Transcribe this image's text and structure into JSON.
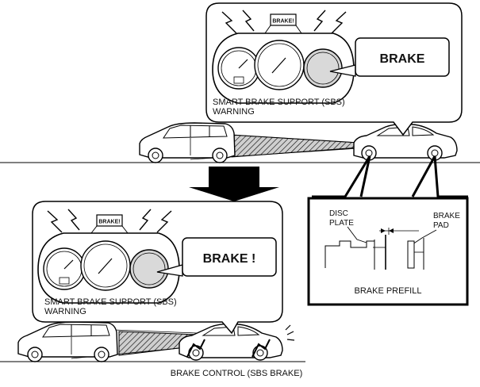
{
  "top_panel": {
    "cluster_badge": "BRAKE!",
    "callout": "BRAKE",
    "caption_line1": "SMART BRAKE SUPPORT (SBS)",
    "caption_line2": "WARNING"
  },
  "bottom_panel": {
    "cluster_badge": "BRAKE!",
    "callout": "BRAKE !",
    "caption_line1": "SMART BRAKE SUPPORT (SBS)",
    "caption_line2": "WARNING"
  },
  "detail_panel": {
    "disc_label_line1": "DISC",
    "disc_label_line2": "PLATE",
    "pad_label_line1": "BRAKE",
    "pad_label_line2": "PAD",
    "caption": "BRAKE PREFILL"
  },
  "footer": {
    "caption": "BRAKE CONTROL (SBS BRAKE)"
  }
}
